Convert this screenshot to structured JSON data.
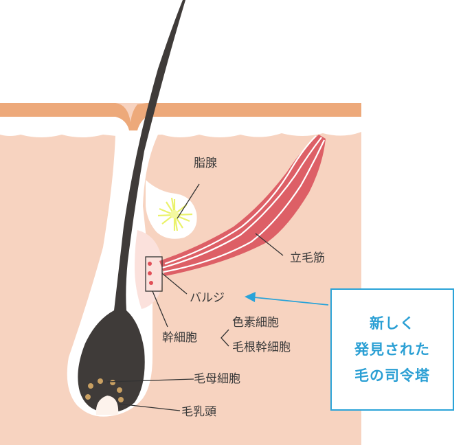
{
  "labels": {
    "sebaceous_gland": "脂腺",
    "arrector_pili": "立毛筋",
    "bulge": "バルジ",
    "stem_cells": "幹細胞",
    "pigment_stem": "色素細胞",
    "hair_stem": "毛根幹細胞",
    "matrix_cells": "毛母細胞",
    "dermal_papilla": "毛乳頭"
  },
  "callout": {
    "line1": "新しく",
    "line2": "発見された",
    "line3": "毛の司令塔"
  },
  "colors": {
    "skin": "#f7d3c0",
    "epidermis": "#eda97a",
    "hair": "#3f3b39",
    "muscle": "#dd5f66",
    "bulge_region": "#fbe1dc",
    "accent": "#2aa3d8",
    "matrix_dots": "#c9a062"
  }
}
